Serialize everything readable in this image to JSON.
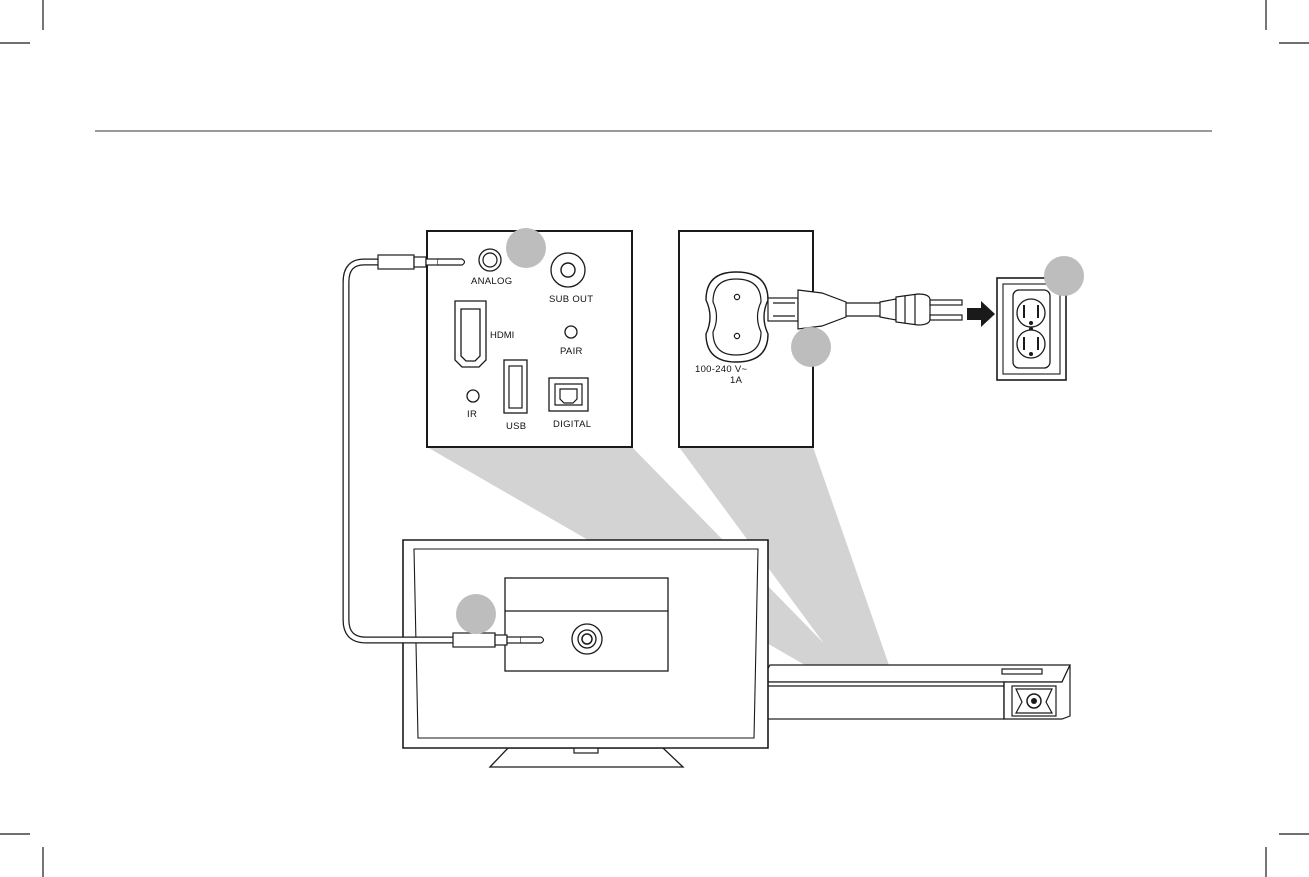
{
  "panel_ports": {
    "analog": "ANALOG",
    "sub_out": "SUB OUT",
    "hdmi": "HDMI",
    "pair": "PAIR",
    "ir": "IR",
    "usb": "USB",
    "digital": "DIGITAL"
  },
  "power_panel": {
    "voltage": "100-240 V~",
    "current": "1A"
  },
  "colors": {
    "line": "#1a1a1a",
    "callout_circle": "#bdbdbd",
    "zoom_beam": "#d3d3d3"
  }
}
